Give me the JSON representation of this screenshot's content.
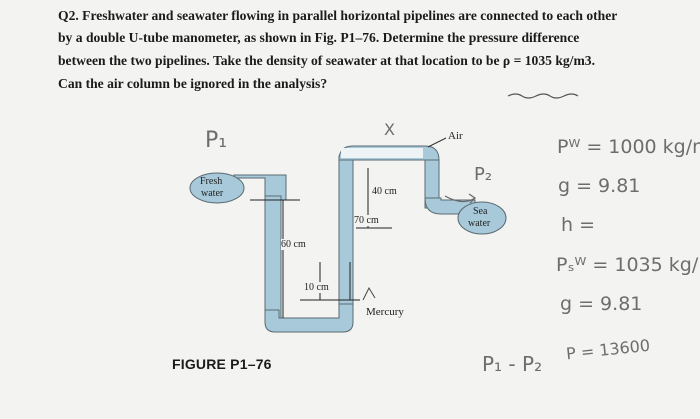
{
  "question": {
    "line1": "Q2. Freshwater and seawater flowing in parallel horizontal pipelines are connected to each other",
    "line2": "by a double U-tube manometer, as shown in Fig. P1–76. Determine the pressure difference",
    "line3": "between the two pipelines. Take the density of seawater at that location to be ρ = 1035 kg/m3.",
    "line4": "Can the air column be ignored in the analysis?"
  },
  "figure": {
    "caption": "FIGURE P1–76",
    "labels": {
      "fresh": "Fresh",
      "water": "water",
      "sea": "Sea",
      "sea_water": "water",
      "air": "Air",
      "mercury": "Mercury",
      "d40": "40 cm",
      "d70": "70 cm",
      "d60": "60 cm",
      "d10": "10 cm"
    },
    "colors": {
      "fluid": "#a7c9d9",
      "pipe_outline": "#5a6a72"
    }
  },
  "handwriting": {
    "p1": "P₁",
    "x_mark": "X",
    "p2": "P₂",
    "rho_w": "Pᵂ = 1000 kg/m",
    "g1": "g = 9.81",
    "h": "h =",
    "rho_sw": "Pₛᵂ = 1035 kg/",
    "g2": "g = 9.81",
    "p1_minus_p2": "P₁ - P₂",
    "rho_hg": "P = 13600"
  }
}
